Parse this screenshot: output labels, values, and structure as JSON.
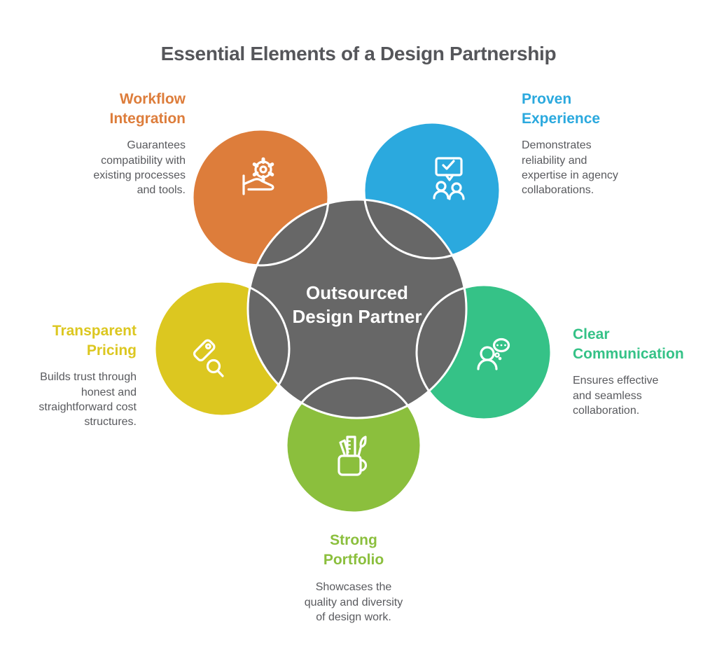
{
  "title": "Essential Elements of a Design Partnership",
  "title_color": "#55565a",
  "background_color": "#ffffff",
  "center": {
    "label": "Outsourced Design Partner",
    "color": "#676767",
    "text_color": "#ffffff"
  },
  "items": [
    {
      "id": "workflow-integration",
      "heading": "Workflow Integration",
      "description": "Guarantees compatibility with existing processes and tools.",
      "color": "#dd7d3b",
      "icon": "hand-gear-icon"
    },
    {
      "id": "proven-experience",
      "heading": "Proven Experience",
      "description": "Demonstrates reliability and expertise in agency collaborations.",
      "color": "#2ba9de",
      "icon": "presentation-checkmark-icon"
    },
    {
      "id": "transparent-pricing",
      "heading": "Transparent Pricing",
      "description": "Builds trust through honest and straightforward cost structures.",
      "color": "#dcc720",
      "icon": "price-tag-magnifier-icon"
    },
    {
      "id": "clear-communication",
      "heading": "Clear Communication",
      "description": "Ensures effective and seamless collaboration.",
      "color": "#35c287",
      "icon": "person-thought-bubble-icon"
    },
    {
      "id": "strong-portfolio",
      "heading": "Strong Portfolio",
      "description": "Showcases the quality and diversity of design work.",
      "color": "#8bbf3d",
      "icon": "design-tools-mug-icon"
    }
  ]
}
